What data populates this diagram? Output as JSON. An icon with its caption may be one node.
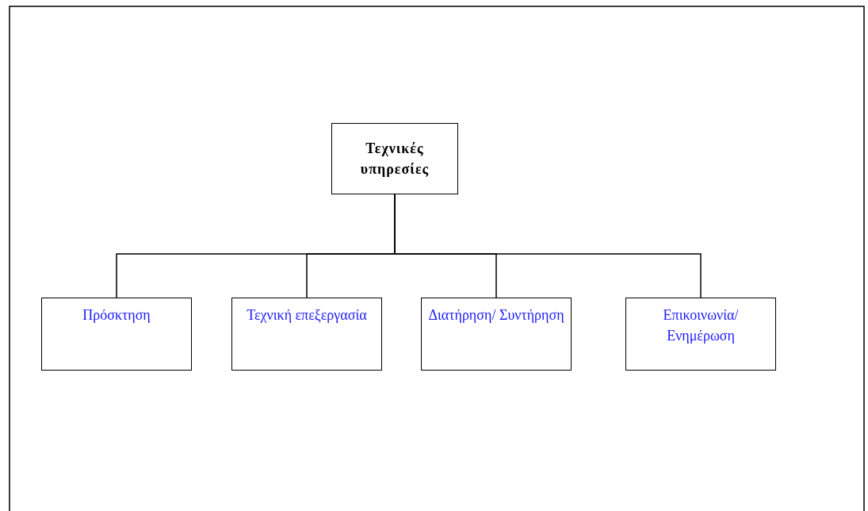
{
  "diagram": {
    "nodes": [
      {
        "text": [
          "Τεχνικές υπηρεσίες"
        ]
      },
      {
        "text": [
          "Πρόσκτηση"
        ]
      },
      {
        "text": [
          "Τεχνική επεξεργασία"
        ]
      },
      {
        "text": [
          "Διατήρηση/ Συντήρηση"
        ]
      },
      {
        "text": [
          "Επικοινωνία/ Ενημέρωση"
        ]
      }
    ],
    "edges": [
      {
        "from": 0,
        "to": 1,
        "arrow": "none"
      },
      {
        "from": 0,
        "to": 2,
        "arrow": "none"
      },
      {
        "from": 0,
        "to": 3,
        "arrow": "none"
      },
      {
        "from": 0,
        "to": 4,
        "arrow": "none"
      }
    ]
  }
}
